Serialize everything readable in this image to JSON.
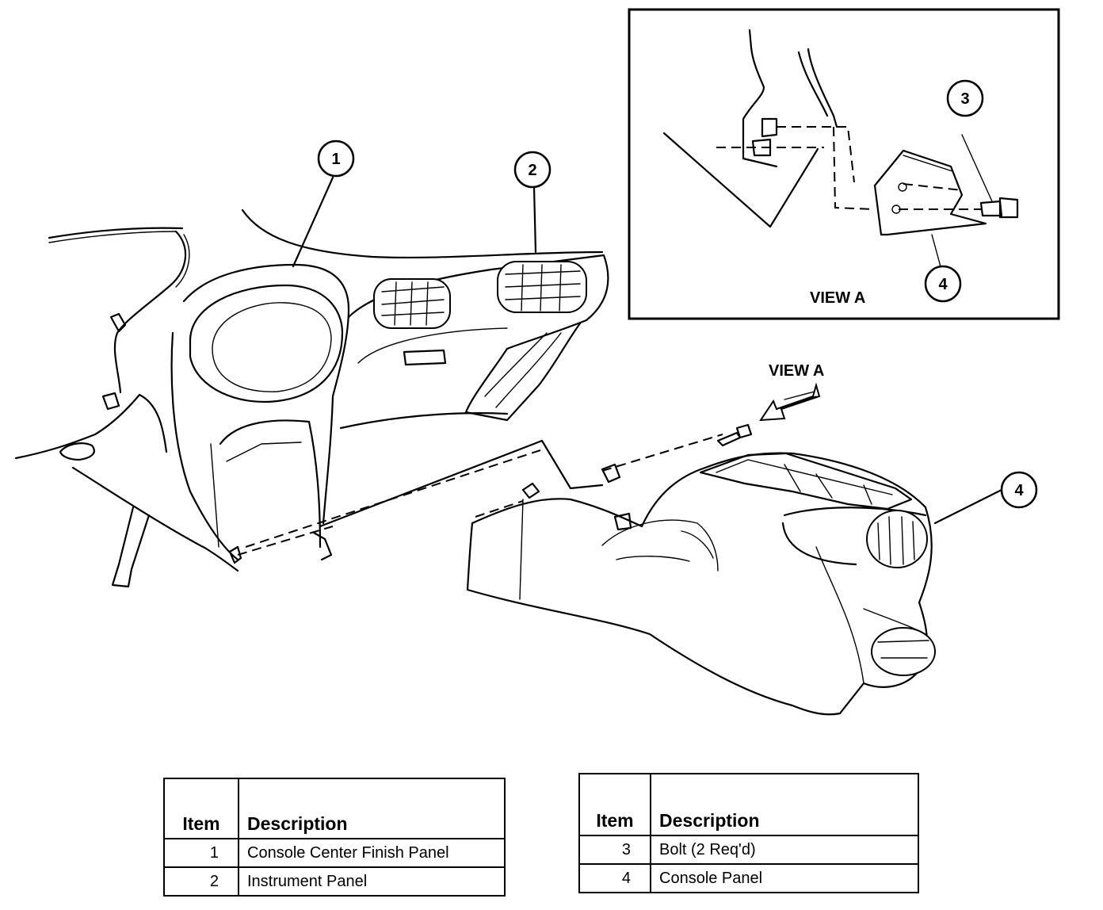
{
  "callouts": [
    "1",
    "2",
    "3",
    "4",
    "4"
  ],
  "view_a_inset": {
    "label": "VIEW A"
  },
  "view_a_arrow": {
    "label": "VIEW A"
  },
  "legend_left": {
    "headers": {
      "item": "Item",
      "description": "Description"
    },
    "rows": [
      {
        "item": "1",
        "description": "Console Center Finish Panel"
      },
      {
        "item": "2",
        "description": "Instrument Panel"
      }
    ]
  },
  "legend_right": {
    "headers": {
      "item": "Item",
      "description": "Description"
    },
    "rows": [
      {
        "item": "3",
        "description": "Bolt (2 Req'd)"
      },
      {
        "item": "4",
        "description": "Console Panel"
      }
    ]
  }
}
